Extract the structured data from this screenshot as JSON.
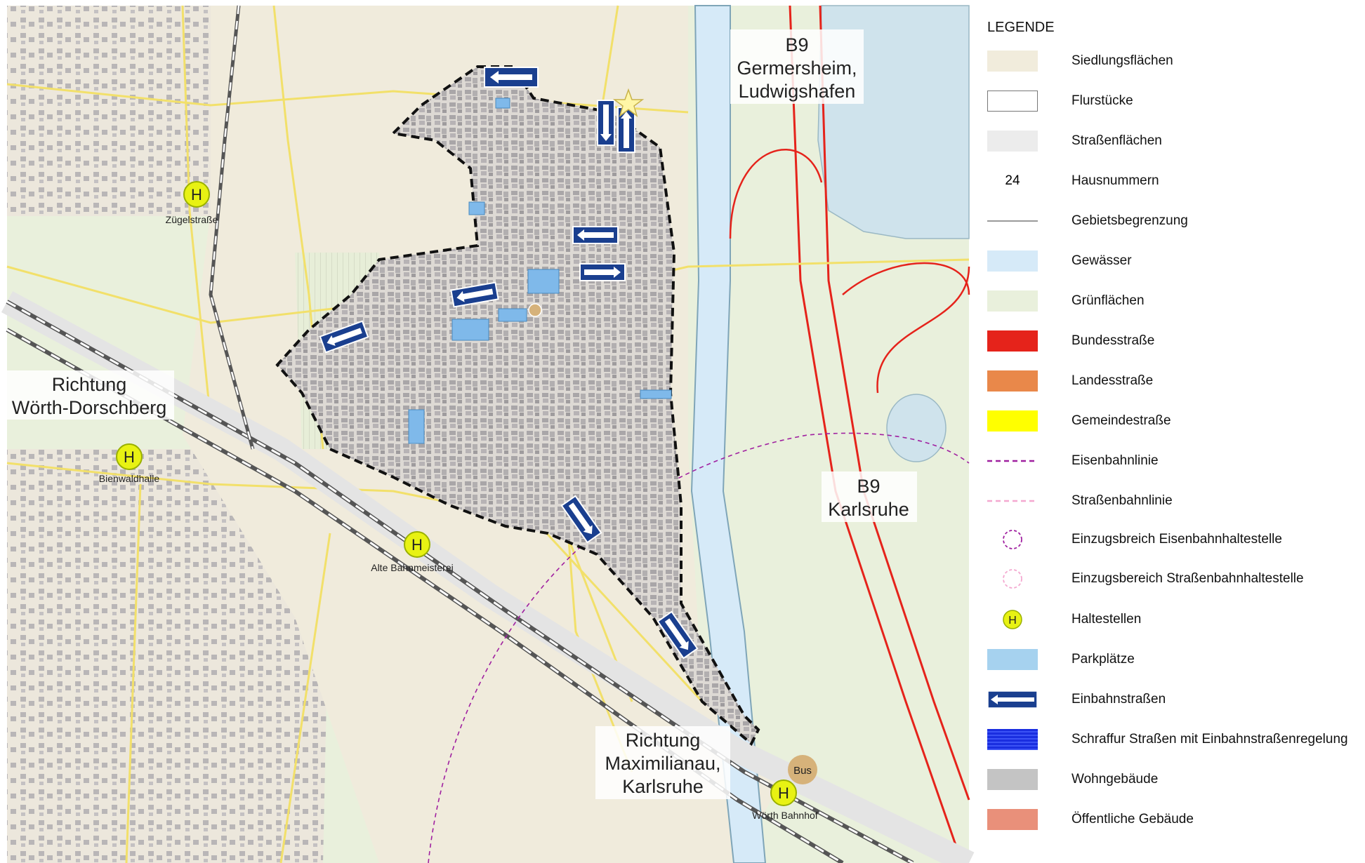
{
  "map": {
    "place_labels": {
      "b9_north": "B9",
      "germersheim": "Germersheim,",
      "ludwigshafen": "Ludwigshafen",
      "b9_east": "B9",
      "karlsruhe_east": "Karlsruhe",
      "richtung_west": "Richtung",
      "woerth_dorschberg": "Wörth-Dorschberg",
      "richtung_south": "Richtung",
      "maximilianau": "Maximilianau,",
      "karlsruhe_south": "Karlsruhe"
    },
    "stops": [
      {
        "name": "Zügelstraße",
        "symbol": "H"
      },
      {
        "name": "Bienwaldhalle",
        "symbol": "H"
      },
      {
        "name": "Alte Bahnmeisterei",
        "symbol": "H"
      },
      {
        "name": "Wörth Bahnhof",
        "symbol": "H"
      }
    ],
    "bus_label": "Bus",
    "oneway_sign_text": "Einbahnstraße"
  },
  "legend": {
    "title": "LEGENDE",
    "items": [
      {
        "key": "siedlung",
        "label": "Siedlungsflächen",
        "color": "#f1ecdc"
      },
      {
        "key": "flurstuecke",
        "label": "Flurstücke",
        "color": "#ffffff"
      },
      {
        "key": "strassen",
        "label": "Straßenflächen",
        "color": "#ececec"
      },
      {
        "key": "hausnummern",
        "label": "Hausnummern",
        "symbol": "24"
      },
      {
        "key": "gebiet",
        "label": "Gebietsbegrenzung",
        "color": "#9a9a9a"
      },
      {
        "key": "gewaesser",
        "label": "Gewässer",
        "color": "#d6eaf8"
      },
      {
        "key": "gruen",
        "label": "Grünflächen",
        "color": "#e9f0dc"
      },
      {
        "key": "bundesstrasse",
        "label": "Bundesstraße",
        "color": "#e5231b"
      },
      {
        "key": "landesstrasse",
        "label": "Landesstraße",
        "color": "#e9884a"
      },
      {
        "key": "gemeindestrasse",
        "label": "Gemeindestraße",
        "color": "#ffff00"
      },
      {
        "key": "eisenbahn",
        "label": "Eisenbahnlinie",
        "color": "#a020a0"
      },
      {
        "key": "strassenbahn",
        "label": "Straßenbahnlinie",
        "color": "#f4a8d0"
      },
      {
        "key": "einzug_eisen",
        "label": "Einzugsbreich Eisenbahnhaltestelle",
        "color": "#a020a0"
      },
      {
        "key": "einzug_strassen",
        "label": "Einzugsbereich Straßenbahnhaltestelle",
        "color": "#f4a8d0"
      },
      {
        "key": "haltestellen",
        "label": "Haltestellen",
        "color": "#e8f213",
        "symbol": "H"
      },
      {
        "key": "parkplaetze",
        "label": "Parkplätze",
        "color": "#a6d2ef"
      },
      {
        "key": "einbahnstrassen",
        "label": "Einbahnstraßen",
        "color": "#1a3f8f",
        "symbol": "Einbahnstraße"
      },
      {
        "key": "schraffur",
        "label": "Schraffur Straßen mit Einbahnstraßenregelung",
        "color": "#1a2ee0"
      },
      {
        "key": "wohngebaeude",
        "label": "Wohngebäude",
        "color": "#c4c4c4"
      },
      {
        "key": "oeffentlich",
        "label": "Öffentliche Gebäude",
        "color": "#e9907a"
      }
    ]
  }
}
